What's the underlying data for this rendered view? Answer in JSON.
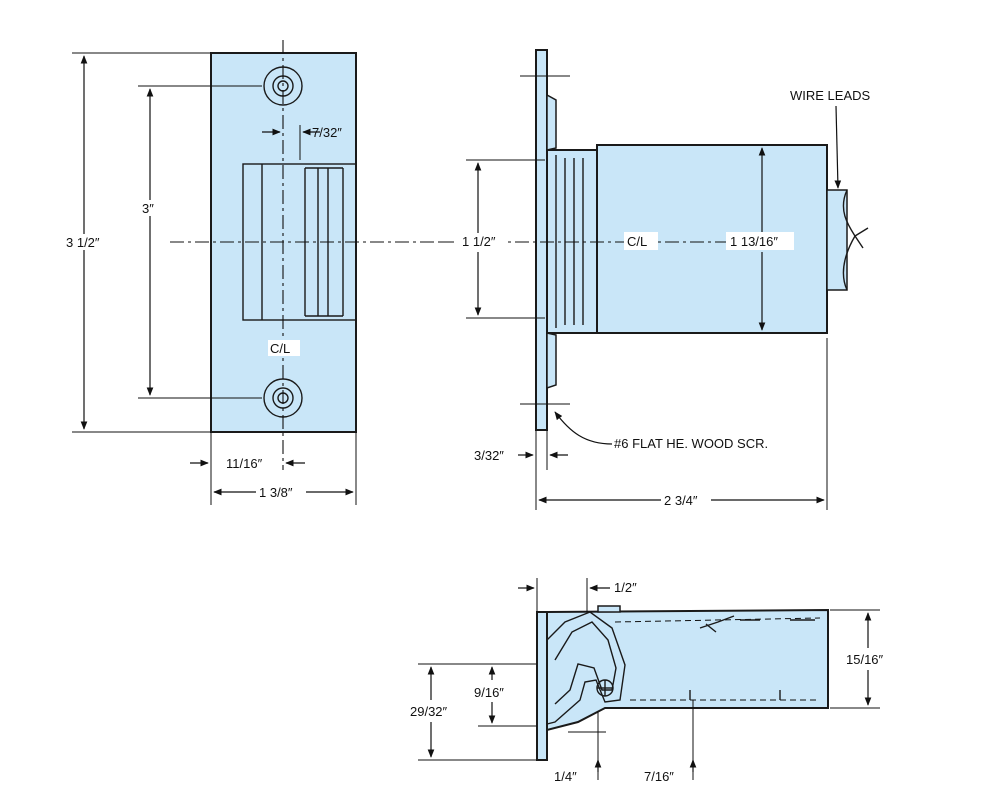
{
  "front_view": {
    "height_overall": "3 1/2″",
    "hole_spacing": "3″",
    "keeper_offset": "7/32″",
    "centerline": "C/L",
    "hole_offset": "11/16″",
    "width_overall": "1 3/8″"
  },
  "side_view": {
    "keeper_height": "1 1/2″",
    "centerline": "C/L",
    "body_height": "1 13/16″",
    "wire_leads": "WIRE LEADS",
    "screw_note": "#6 FLAT HE. WOOD SCR.",
    "plate_thickness": "3/32″",
    "depth_overall": "2 3/4″"
  },
  "section_view": {
    "top_offset": "1/2″",
    "height": "15/16″",
    "cut_depth": "29/32″",
    "keeper_depth": "9/16″",
    "lip": "1/4″",
    "bottom_offset": "7/16″"
  }
}
